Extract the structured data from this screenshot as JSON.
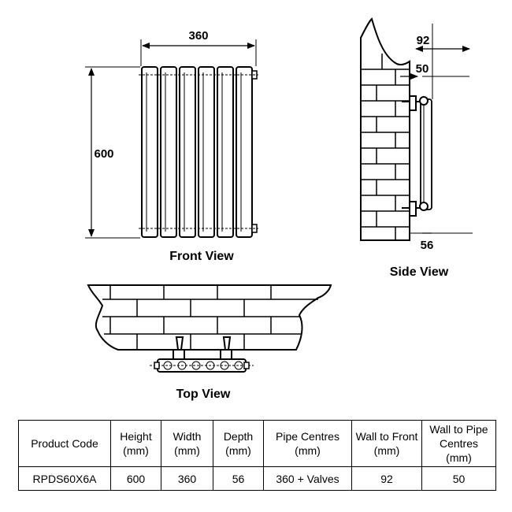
{
  "front_view": {
    "title": "Front View",
    "width_label": "360",
    "height_label": "600"
  },
  "side_view": {
    "title": "Side View",
    "wall_to_front_label": "92",
    "wall_to_pipe_label": "50",
    "depth_label": "56"
  },
  "top_view": {
    "title": "Top View"
  },
  "spec_table": {
    "headers": [
      "Product Code",
      "Height\n(mm)",
      "Width\n(mm)",
      "Depth\n(mm)",
      "Pipe Centres\n(mm)",
      "Wall to Front\n(mm)",
      "Wall to Pipe\nCentres\n(mm)"
    ],
    "row": [
      "RPDS60X6A",
      "600",
      "360",
      "56",
      "360 + Valves",
      "92",
      "50"
    ]
  }
}
